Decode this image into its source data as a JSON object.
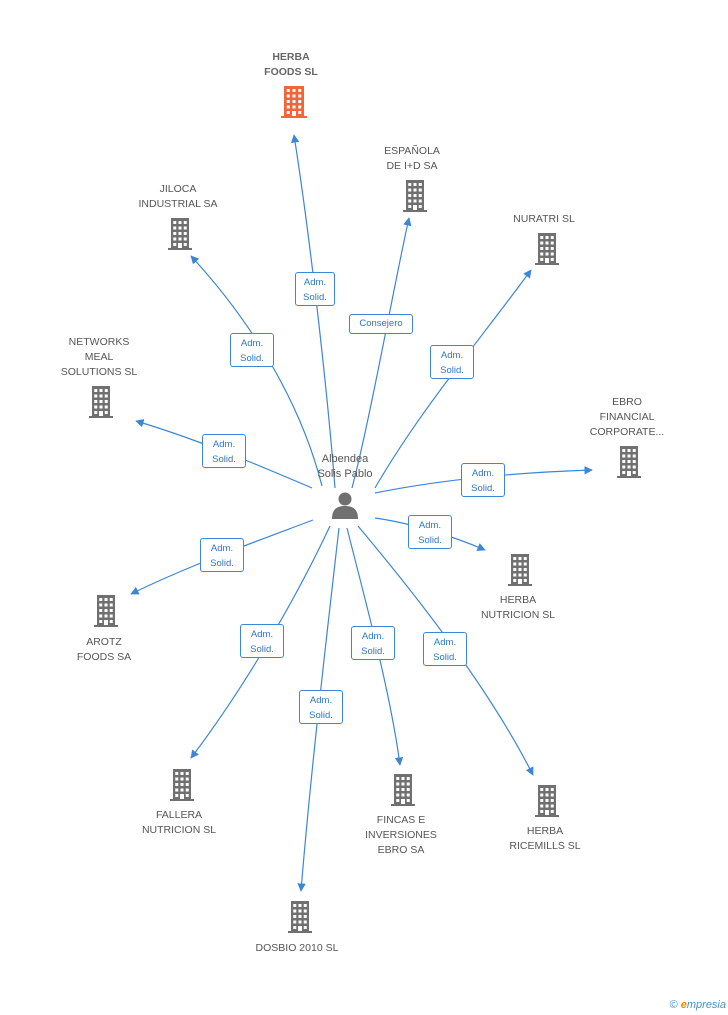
{
  "colors": {
    "edge": "#3c86d6",
    "building": "#707070",
    "building_main": "#f0653a",
    "badge_text": "#2f75c4",
    "person": "#707070"
  },
  "person": {
    "label": "Albendea\nSolis Pablo",
    "icon": "person-icon"
  },
  "nodes": [
    {
      "id": "herba-foods",
      "label": "HERBA\nFOODS SL",
      "main": true,
      "icon": "building-icon"
    },
    {
      "id": "espanola-id",
      "label": "ESPAÑOLA\nDE I+D SA",
      "icon": "building-icon"
    },
    {
      "id": "jiloca",
      "label": "JILOCA\nINDUSTRIAL SA",
      "icon": "building-icon"
    },
    {
      "id": "nuratri",
      "label": "NURATRI SL",
      "icon": "building-icon"
    },
    {
      "id": "networks-meal",
      "label": "NETWORKS\nMEAL\nSOLUTIONS SL",
      "icon": "building-icon"
    },
    {
      "id": "ebro-financial",
      "label": "EBRO\nFINANCIAL\nCORPORATE...",
      "icon": "building-icon"
    },
    {
      "id": "herba-nutricion",
      "label": "HERBA\nNUTRICION SL",
      "icon": "building-icon"
    },
    {
      "id": "arotz-foods",
      "label": "AROTZ\nFOODS SA",
      "icon": "building-icon"
    },
    {
      "id": "fallera-nutricion",
      "label": "FALLERA\nNUTRICION SL",
      "icon": "building-icon"
    },
    {
      "id": "fincas-inversiones",
      "label": "FINCAS E\nINVERSIONES\nEBRO SA",
      "icon": "building-icon"
    },
    {
      "id": "herba-ricemills",
      "label": "HERBA\nRICEMILLS SL",
      "icon": "building-icon"
    },
    {
      "id": "dosbio",
      "label": "DOSBIO 2010 SL",
      "icon": "building-icon"
    }
  ],
  "edges": [
    {
      "target": "herba-foods",
      "label": "Adm.\nSolid."
    },
    {
      "target": "espanola-id",
      "label": "Consejero"
    },
    {
      "target": "jiloca",
      "label": "Adm.\nSolid."
    },
    {
      "target": "nuratri",
      "label": "Adm.\nSolid."
    },
    {
      "target": "networks-meal",
      "label": "Adm.\nSolid."
    },
    {
      "target": "ebro-financial",
      "label": "Adm.\nSolid."
    },
    {
      "target": "herba-nutricion",
      "label": "Adm.\nSolid."
    },
    {
      "target": "arotz-foods",
      "label": "Adm.\nSolid."
    },
    {
      "target": "fallera-nutricion",
      "label": "Adm.\nSolid."
    },
    {
      "target": "fincas-inversiones",
      "label": "Adm.\nSolid."
    },
    {
      "target": "herba-ricemills",
      "label": "Adm.\nSolid."
    },
    {
      "target": "dosbio",
      "label": "Adm.\nSolid."
    }
  ],
  "footer": {
    "copyright": "©",
    "brand_e": "e",
    "brand_rest": "mpresia"
  }
}
